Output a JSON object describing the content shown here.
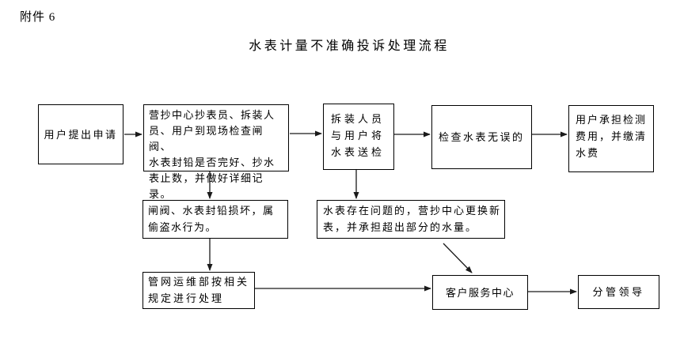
{
  "page": {
    "attachment_label": "附件 6",
    "title": "水表计量不准确投诉处理流程"
  },
  "flowchart": {
    "boxes": [
      {
        "name": "user-application",
        "text": "用户提出申请"
      },
      {
        "name": "onsite-inspection",
        "text": "营抄中心抄表员、拆装人\n员、用户到现场检查闸阀、\n水表封铅是否完好、抄水\n表止数，并做好详细记录。"
      },
      {
        "name": "send-meter-for-testing",
        "text": "拆装人员\n与用户将\n水表送检"
      },
      {
        "name": "meter-checked-ok",
        "text": "检查水表无误的"
      },
      {
        "name": "user-bears-testing-fee",
        "text": "用户承担检测\n费用，并缴清\n水费"
      },
      {
        "name": "seal-damaged-theft",
        "text": "闸阀、水表封铅损坏，属\n偷盗水行为。"
      },
      {
        "name": "meter-faulty-replace",
        "text": "水表存在问题的，营抄中心更换新\n表，并承担超出部分的水量。"
      },
      {
        "name": "pipeline-ops-dept",
        "text": "管网运维部按相关\n规定进行处理"
      },
      {
        "name": "customer-service-center",
        "text": "客户服务中心"
      },
      {
        "name": "leader-in-charge",
        "text": "分管领导"
      }
    ]
  }
}
